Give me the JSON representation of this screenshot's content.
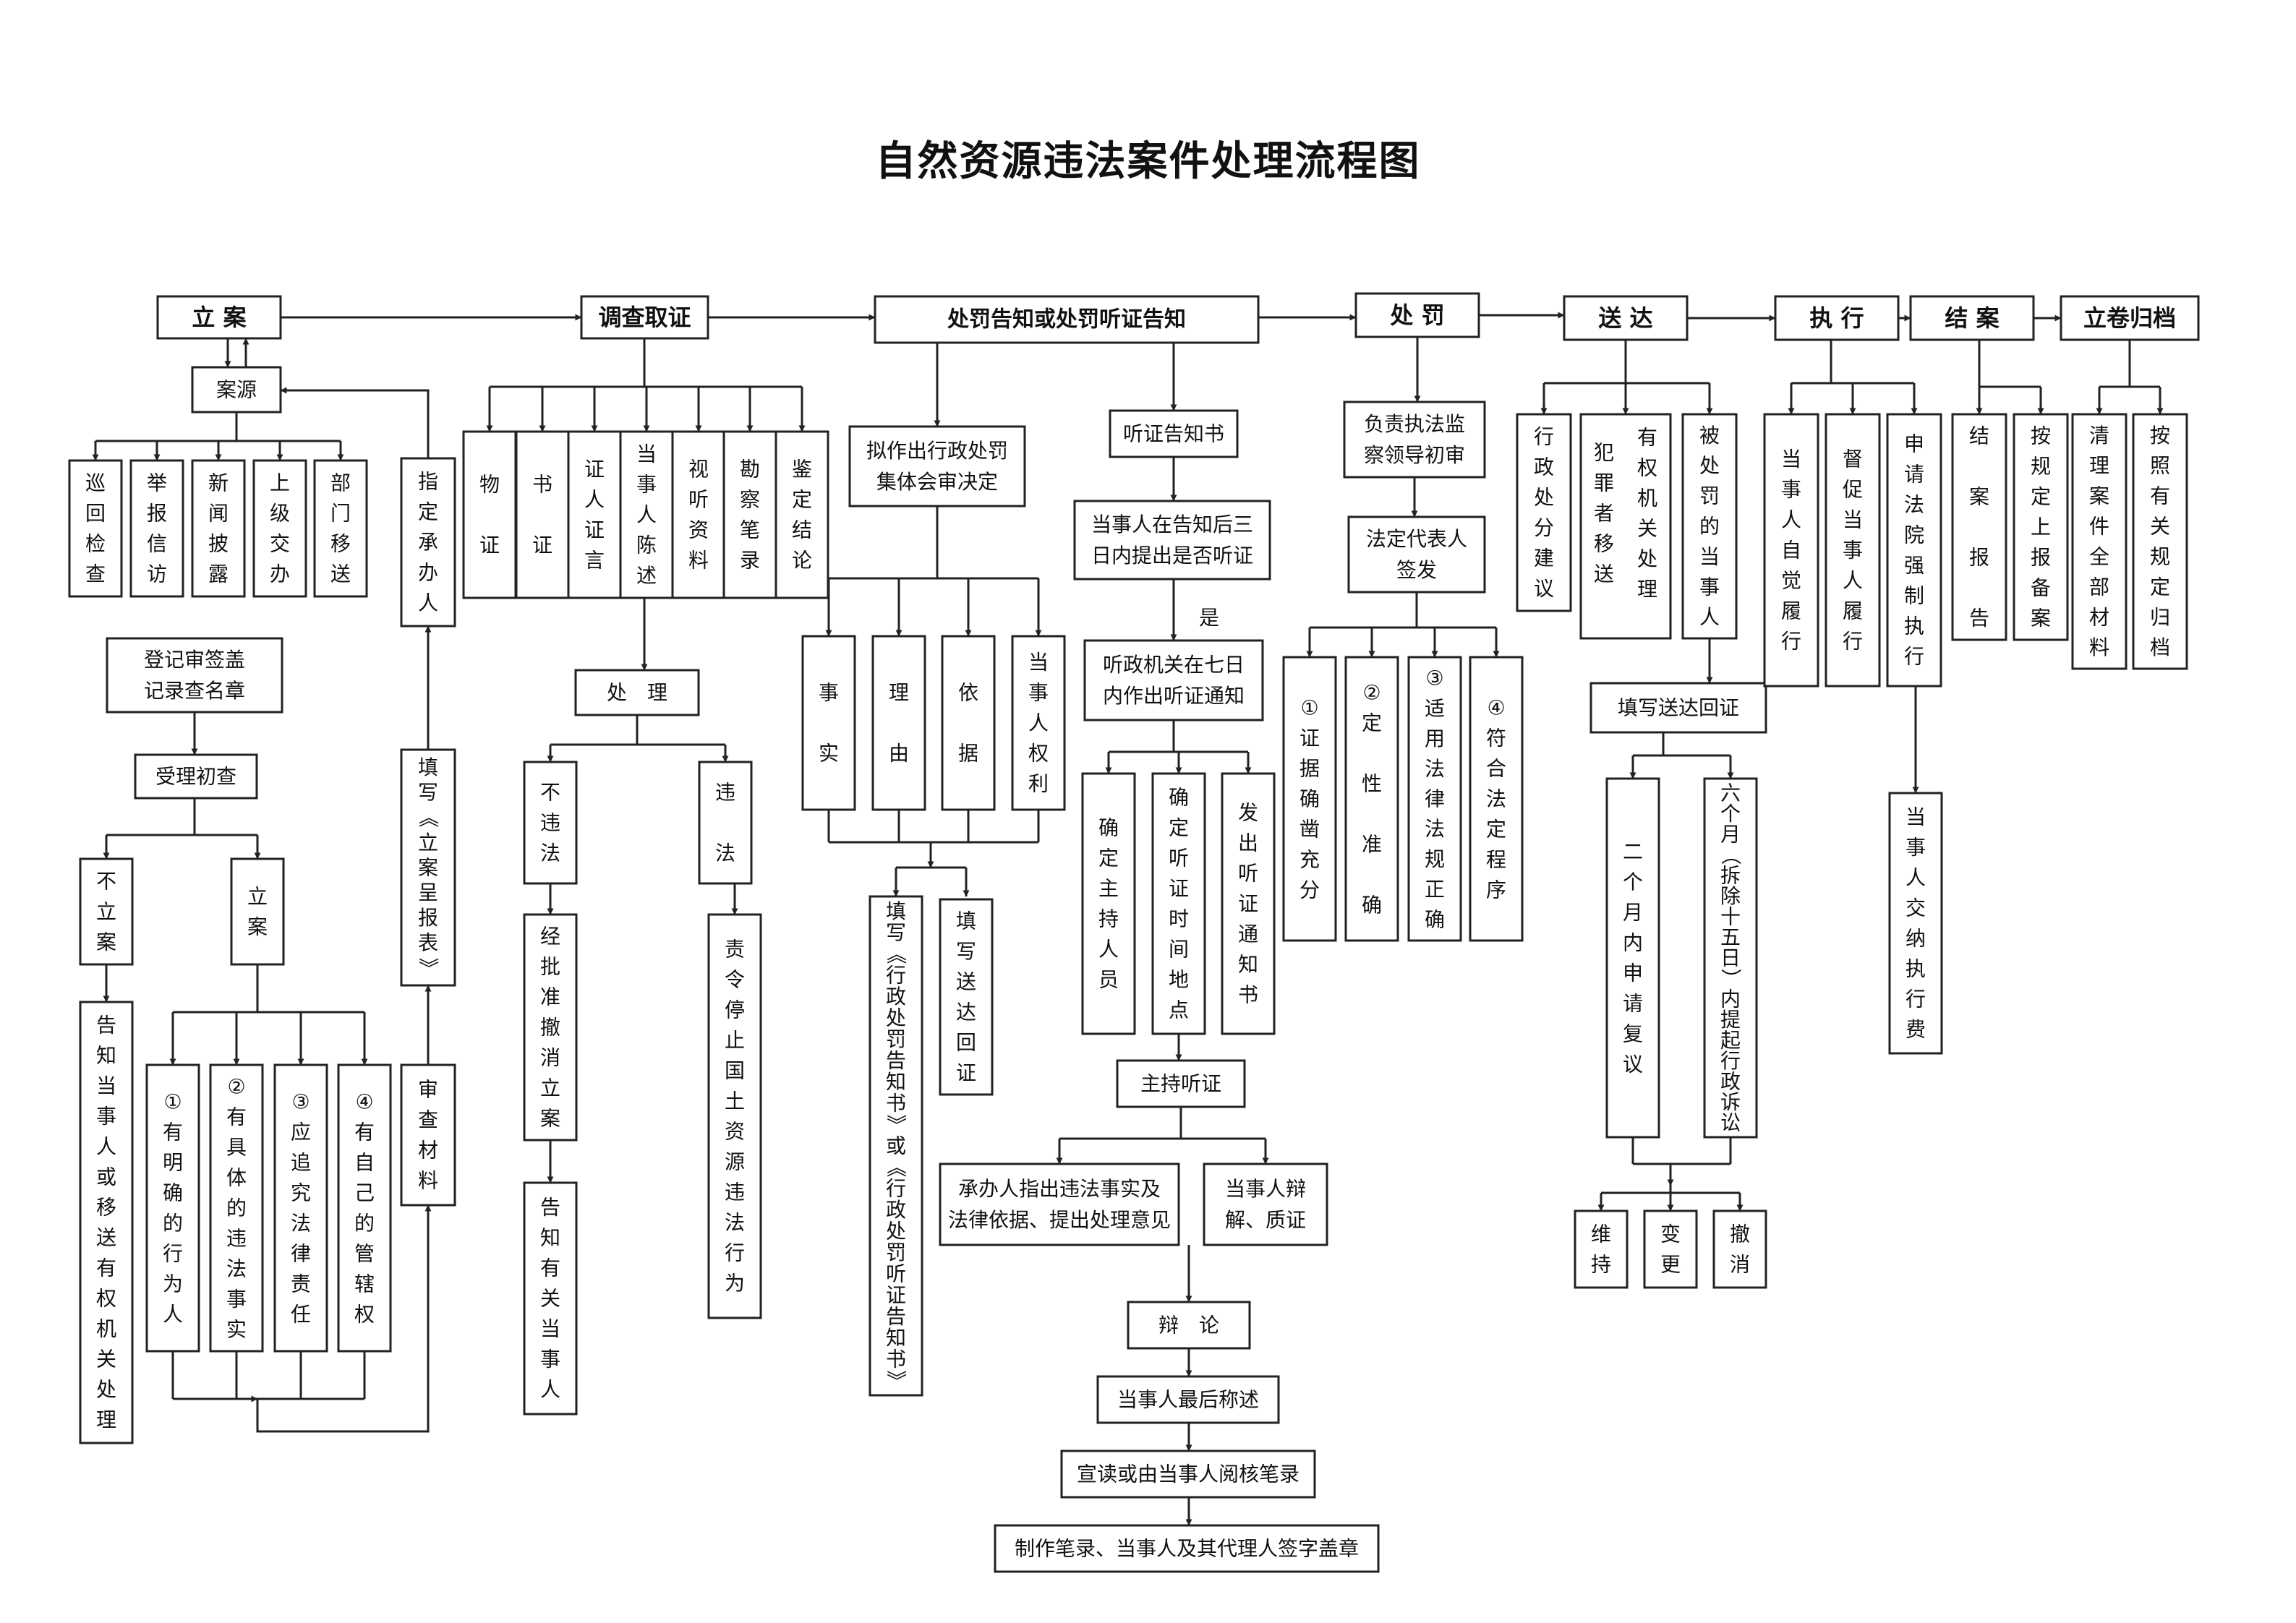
{
  "title": "自然资源违法案件处理流程图",
  "nodes": {
    "h1": "立 案",
    "h2": "调查取证",
    "h3": "处罚告知或处罚听证告知",
    "h4": "处 罚",
    "h5": "送 达",
    "h6": "执 行",
    "h7": "结 案",
    "h8": "立卷归档",
    "anyuan": "案源",
    "src1": "巡回检查",
    "src2": "举报信访",
    "src3": "新闻披露",
    "src4": "上级交办",
    "src5": "部门移送",
    "zhiding": "指定承办人",
    "dengji": "登记审签盖\n记录查名章",
    "shouli": "受理初查",
    "tianxie_la": "填写《立案呈报表》",
    "bulian": "不立案",
    "lian": "立案",
    "gaozhi_yisong": "告知当事人或移送有权机关处理",
    "cond1": "①有明确的行为人",
    "cond2": "②有具体的违法事实",
    "cond3": "③应追究法律责任",
    "cond4": "④有自己的管辖权",
    "shencha": "审查材料",
    "ev1": "物　证",
    "ev2": "书　证",
    "ev3": "证人证言",
    "ev4": "当事人陈述",
    "ev5": "视听资料",
    "ev6": "勘察笔录",
    "ev7": "鉴定结论",
    "chuli": "处　理",
    "buweifa": "不违法",
    "weifa": "违　法",
    "jingpi": "经批准撤消立案",
    "gaozhi_you": "告知有关当事人",
    "zeling": "责令停止国土资源违法行为",
    "nizuo": "拟作出行政处罚\n集体会审决定",
    "g1": "事　实",
    "g2": "理　由",
    "g3": "依　据",
    "g4": "当事人权利",
    "tx_gz": "填写《行政处罚告知书》或《行政处罚听证告知书》",
    "tx_sd1": "填写送达回证",
    "tzgzs": "听证告知书",
    "santian": "当事人在告知后三\n日内提出是否听证",
    "shi": "是",
    "qitian": "听政机关在七日\n内作出听证通知",
    "q1": "确定主持人员",
    "q2": "确定听证时间地点",
    "q3": "发出听证通知书",
    "zhuchi": "主持听证",
    "chengban": "承办人指出违法事实及\n法律依据、提出处理意见",
    "bianjie": "当事人辩\n解、质证",
    "bianlun": "辩　论",
    "zuihou": "当事人最后称述",
    "xuandu": "宣读或由当事人阅核笔录",
    "zhizuo": "制作笔录、当事人及其代理人签字盖章",
    "fuze": "负责执法监\n察领导初审",
    "fading": "法定代表人\n签发",
    "p1": "①证据确凿充分",
    "p2": "②定　性　准　确",
    "p3": "③适用法律法规正确",
    "p4": "④符合法定程序",
    "s1": "行政处分建议",
    "s2": "犯罪者移送|有权机关处理",
    "s3": "被处罚的当事人",
    "tx_sd2": "填写送达回证",
    "ergeyue": "二个月内申请复议",
    "liugeyue": "六个月（拆除十五日）内提起行政诉讼",
    "r1": "维持",
    "r2": "变更",
    "r3": "撤消",
    "e1": "当事人自觉履行",
    "e2": "督促当事人履行",
    "e3": "申请法院强制执行",
    "jiaona": "当事人交纳执行费",
    "j1": "结　案　报　告",
    "j2": "按规定上报备案",
    "a1": "清理案件全部材料",
    "a2": "按照有关规定归档"
  }
}
